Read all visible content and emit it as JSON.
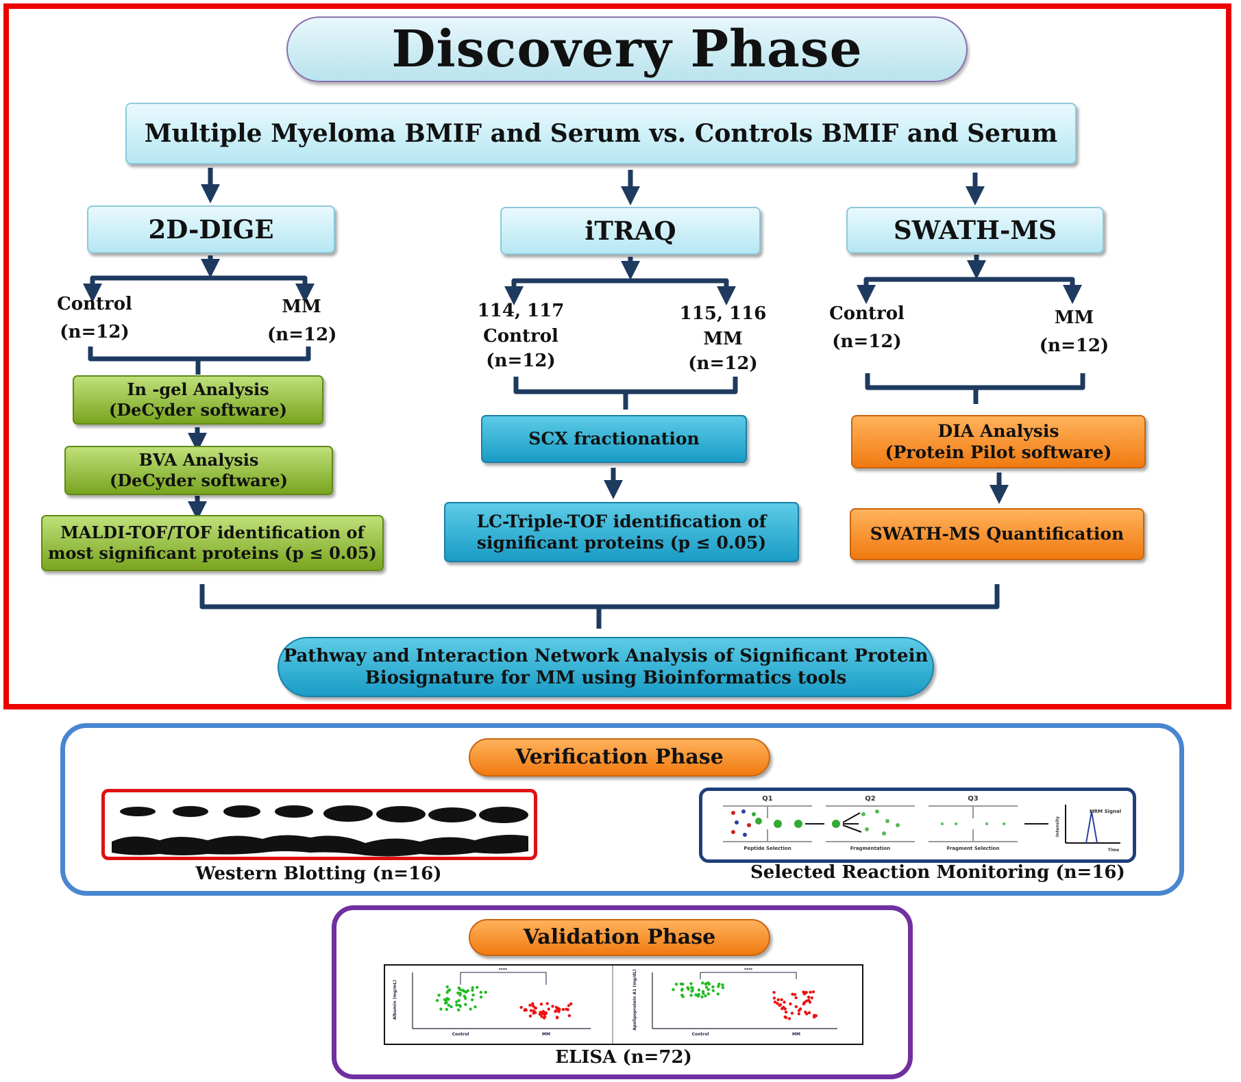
{
  "discovery": {
    "title": "Discovery Phase",
    "comparison": "Multiple Myeloma BMIF and Serum vs. Controls BMIF and Serum",
    "dige": {
      "title": "2D-DIGE",
      "control_label": "Control",
      "control_n": "(n=12)",
      "mm_label": "MM",
      "mm_n": "(n=12)",
      "step1_line1": "In -gel Analysis",
      "step1_line2": "(DeCyder software)",
      "step2_line1": "BVA Analysis",
      "step2_line2": "(DeCyder software)",
      "step3_line1": "MALDI-TOF/TOF identification of",
      "step3_line2": "most significant proteins (p ≤ 0.05)"
    },
    "itraq": {
      "title": "iTRAQ",
      "control_tags": "114, 117",
      "control_label": "Control",
      "control_n": "(n=12)",
      "mm_tags": "115, 116",
      "mm_label": "MM",
      "mm_n": "(n=12)",
      "step1": "SCX fractionation",
      "step2_line1": "LC-Triple-TOF identification of",
      "step2_line2": "significant proteins (p ≤ 0.05)"
    },
    "swath": {
      "title": "SWATH-MS",
      "control_label": "Control",
      "control_n": "(n=12)",
      "mm_label": "MM",
      "mm_n": "(n=12)",
      "step1_line1": "DIA Analysis",
      "step1_line2": "(Protein Pilot software)",
      "step2": "SWATH-MS Quantification"
    },
    "pathway_line1": "Pathway and Interaction Network Analysis of Significant Protein",
    "pathway_line2": "Biosignature for MM using Bioinformatics tools"
  },
  "verification": {
    "title": "Verification Phase",
    "western_caption": "Western Blotting (n=16)",
    "srm_caption": "Selected Reaction Monitoring (n=16)",
    "srm_diagram": {
      "q1": "Q1",
      "q2": "Q2",
      "q3": "Q3",
      "peptide_selection": "Peptide Selection",
      "fragmentation": "Fragmentation",
      "fragment_selection": "Fragment Selection",
      "mrm_signal": "MRM Signal",
      "intensity": "Intensity",
      "time": "Time"
    }
  },
  "validation": {
    "title": "Validation Phase",
    "elisa_caption": "ELISA (n=72)",
    "plot_left": {
      "ylabel": "Albumin (mg/mL)",
      "group1": "Control",
      "group2": "MM",
      "sig": "****"
    },
    "plot_right": {
      "ylabel": "Apolipoprotein A1 (mg/dL)",
      "group1": "Control",
      "group2": "MM",
      "sig": "****"
    }
  },
  "colors": {
    "discovery_frame": "#ee0000",
    "verification_frame": "#4a86d0",
    "validation_frame": "#7030a0",
    "western_frame": "#e01010",
    "srm_frame": "#1f3f78",
    "arrow": "#1e3a5f",
    "green_box": "#8cb832",
    "teal_box": "#2aa8cf",
    "orange_box": "#f5902a"
  }
}
